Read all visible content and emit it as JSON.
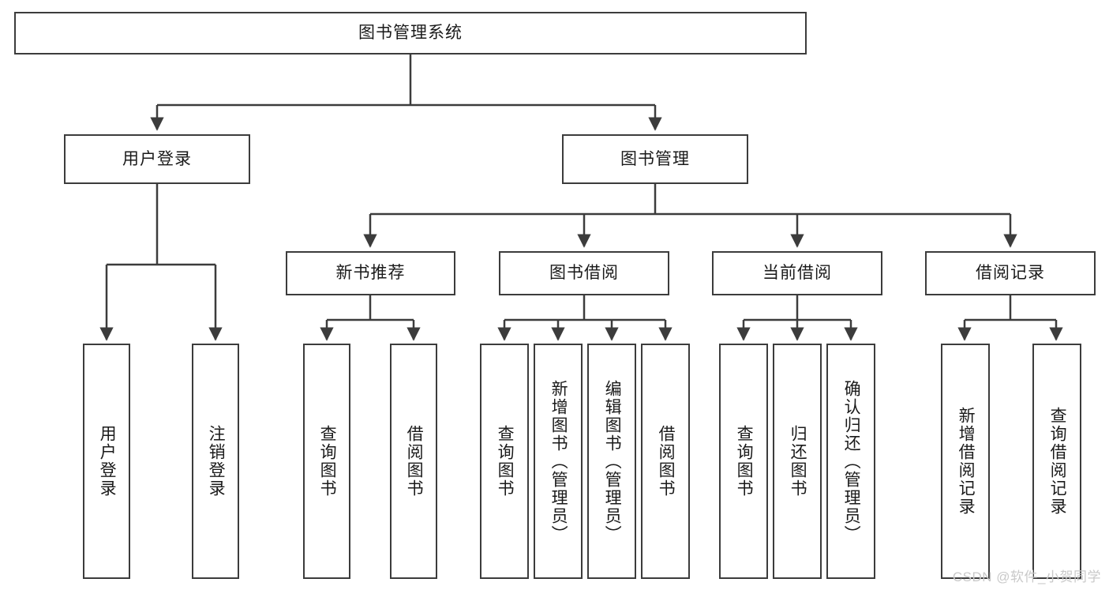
{
  "diagram": {
    "type": "tree-hierarchy",
    "title": "图书管理系统",
    "watermark": "CSDN @软件_小贺同学",
    "colors": {
      "box_border": "#3c3c3c",
      "box_fill": "#ffffff",
      "edge": "#3c3c3c",
      "text": "#1a1a1a",
      "watermark": "#c9c9c9",
      "background": "#ffffff"
    },
    "nodes": {
      "root": {
        "label": "图书管理系统",
        "level": 1,
        "orientation": "horizontal"
      },
      "user_login": {
        "label": "用户登录",
        "level": 2,
        "orientation": "horizontal"
      },
      "book_manage": {
        "label": "图书管理",
        "level": 2,
        "orientation": "horizontal"
      },
      "new_book_rec": {
        "label": "新书推荐",
        "level": 3,
        "orientation": "horizontal"
      },
      "book_borrow": {
        "label": "图书借阅",
        "level": 3,
        "orientation": "horizontal"
      },
      "current_borrow": {
        "label": "当前借阅",
        "level": 3,
        "orientation": "horizontal"
      },
      "borrow_record": {
        "label": "借阅记录",
        "level": 3,
        "orientation": "horizontal"
      },
      "leaf_user_login": {
        "label": "用户登录",
        "level": 4,
        "orientation": "vertical"
      },
      "leaf_logout": {
        "label": "注销登录",
        "level": 4,
        "orientation": "vertical"
      },
      "leaf_query_book_1": {
        "label": "查询图书",
        "level": 4,
        "orientation": "vertical"
      },
      "leaf_borrow_book_1": {
        "label": "借阅图书",
        "level": 4,
        "orientation": "vertical"
      },
      "leaf_query_book_2": {
        "label": "查询图书",
        "level": 4,
        "orientation": "vertical"
      },
      "leaf_add_book": {
        "label": "新增图书（管理员）",
        "level": 4,
        "orientation": "vertical"
      },
      "leaf_edit_book": {
        "label": "编辑图书（管理员）",
        "level": 4,
        "orientation": "vertical"
      },
      "leaf_borrow_book_2": {
        "label": "借阅图书",
        "level": 4,
        "orientation": "vertical"
      },
      "leaf_query_book_3": {
        "label": "查询图书",
        "level": 4,
        "orientation": "vertical"
      },
      "leaf_return_book": {
        "label": "归还图书",
        "level": 4,
        "orientation": "vertical"
      },
      "leaf_confirm_return": {
        "label": "确认归还（管理员）",
        "level": 4,
        "orientation": "vertical"
      },
      "leaf_add_record": {
        "label": "新增借阅记录",
        "level": 4,
        "orientation": "vertical"
      },
      "leaf_query_record": {
        "label": "查询借阅记录",
        "level": 4,
        "orientation": "vertical"
      }
    },
    "edges": [
      {
        "from": "root",
        "to": "user_login"
      },
      {
        "from": "root",
        "to": "book_manage"
      },
      {
        "from": "user_login",
        "to": "leaf_user_login"
      },
      {
        "from": "user_login",
        "to": "leaf_logout"
      },
      {
        "from": "book_manage",
        "to": "new_book_rec"
      },
      {
        "from": "book_manage",
        "to": "book_borrow"
      },
      {
        "from": "book_manage",
        "to": "current_borrow"
      },
      {
        "from": "book_manage",
        "to": "borrow_record"
      },
      {
        "from": "new_book_rec",
        "to": "leaf_query_book_1"
      },
      {
        "from": "new_book_rec",
        "to": "leaf_borrow_book_1"
      },
      {
        "from": "book_borrow",
        "to": "leaf_query_book_2"
      },
      {
        "from": "book_borrow",
        "to": "leaf_add_book"
      },
      {
        "from": "book_borrow",
        "to": "leaf_edit_book"
      },
      {
        "from": "book_borrow",
        "to": "leaf_borrow_book_2"
      },
      {
        "from": "current_borrow",
        "to": "leaf_query_book_3"
      },
      {
        "from": "current_borrow",
        "to": "leaf_return_book"
      },
      {
        "from": "current_borrow",
        "to": "leaf_confirm_return"
      },
      {
        "from": "borrow_record",
        "to": "leaf_add_record"
      },
      {
        "from": "borrow_record",
        "to": "leaf_query_record"
      }
    ]
  }
}
